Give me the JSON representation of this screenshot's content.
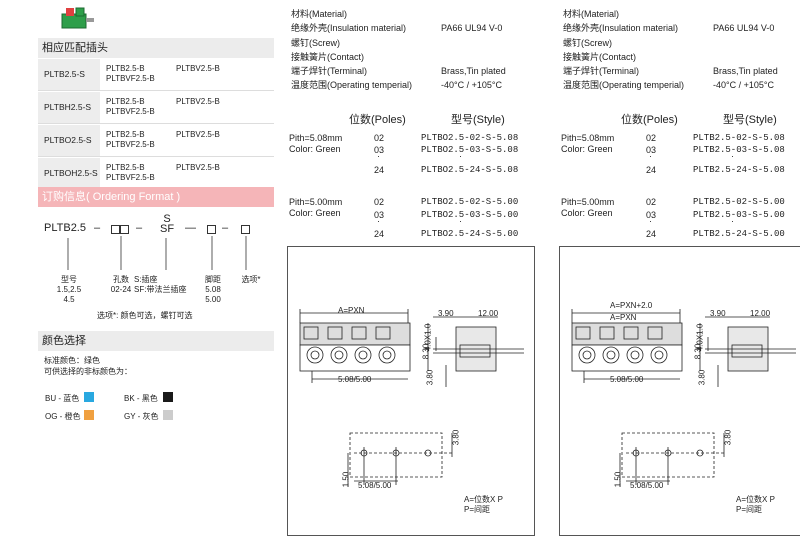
{
  "left": {
    "compat_title": "相应匹配插头",
    "compat": [
      {
        "name": "PLTB2.5-S",
        "col1": [
          "PLTB2.5-B",
          "PLTBVF2.5-B"
        ],
        "col2": "PLTBV2.5-B"
      },
      {
        "name": "PLTBH2.5-S",
        "col1": [
          "PLTB2.5-B",
          "PLTBVF2.5-B"
        ],
        "col2": "PLTBV2.5-B"
      },
      {
        "name": "PLTBO2.5-S",
        "col1": [
          "PLTB2.5-B",
          "PLTBVF2.5-B"
        ],
        "col2": "PLTBV2.5-B"
      },
      {
        "name": "PLTBOH2.5-S",
        "col1": [
          "PLTB2.5-B",
          "PLTBVF2.5-B"
        ],
        "col2": "PLTBV2.5-B"
      }
    ],
    "ordering_title": "订购信息( Ordering  Format )",
    "code_prefix": "PLTB2.5",
    "code_s": "S",
    "code_sf": "SF",
    "labels": [
      {
        "title": "型号",
        "v1": "1.5,2.5",
        "v2": "4.5"
      },
      {
        "title": "孔数",
        "v1": "02-24",
        "v2": ""
      },
      {
        "title": "S:插座",
        "v1": "SF:带法兰插座",
        "v2": ""
      },
      {
        "title": "脚距",
        "v1": "5.08",
        "v2": "5.00"
      },
      {
        "title": "选项*",
        "v1": "",
        "v2": ""
      }
    ],
    "option_note": "选项*:  颜色可选，螺钉可选",
    "color_title": "颜色选择",
    "color_std": "标准颜色：绿色",
    "color_opt": "可供选择的非标颜色为：",
    "colors": [
      {
        "label": "BU - 蓝色",
        "hex": "#29a8e0"
      },
      {
        "label": "BK - 黑色",
        "hex": "#1a1a1a"
      },
      {
        "label": "OG - 橙色",
        "hex": "#f0a040"
      },
      {
        "label": "GY - 灰色",
        "hex": "#cccccc"
      }
    ]
  },
  "panels": [
    {
      "materials": [
        [
          "材料(Material)",
          ""
        ],
        [
          "绝缘外壳(Insulation material)",
          "PA66 UL94 V-0"
        ],
        [
          "螺钉(Screw)",
          ""
        ],
        [
          "接触簧片(Contact)",
          ""
        ],
        [
          "端子焊针(Terminal)",
          "Brass,Tin plated"
        ],
        [
          "温度范围(Operating temperial)",
          "-40°C / +105°C"
        ]
      ],
      "poles_header": "位数(Poles)",
      "style_header": "型号(Style)",
      "groups": [
        {
          "pitch": "Pith=5.08mm",
          "color": "Color: Green",
          "rows": [
            [
              "02",
              "PLTBO2.5-02-S-5.08"
            ],
            [
              "03",
              "PLTBO2.5-03-S-5.08"
            ],
            [
              "24",
              "PLTBO2.5-24-S-5.08"
            ]
          ]
        },
        {
          "pitch": "Pith=5.00mm",
          "color": "Color: Green",
          "rows": [
            [
              "02",
              "PLTBO2.5-02-S-5.00"
            ],
            [
              "03",
              "PLTBO2.5-03-S-5.00"
            ],
            [
              "24",
              "PLTBO2.5-24-S-5.00"
            ]
          ]
        }
      ],
      "drawing": {
        "a_label": "A=PXN",
        "a2_label": "",
        "dims": [
          "3.90",
          "12.00",
          "4.0X1.0",
          "8.30",
          "5.08/5.00",
          "3.80",
          "3.80",
          "1.50",
          "5.08/5.00"
        ],
        "note1": "A=位数X P",
        "note2": "P=间距"
      }
    },
    {
      "materials": [
        [
          "材料(Material)",
          ""
        ],
        [
          "绝缘外壳(Insulation material)",
          "PA66 UL94 V-0"
        ],
        [
          "螺钉(Screw)",
          ""
        ],
        [
          "接触簧片(Contact)",
          ""
        ],
        [
          "端子焊针(Terminal)",
          "Brass,Tin plated"
        ],
        [
          "温度范围(Operating temperial)",
          "-40°C / +105°C"
        ]
      ],
      "poles_header": "位数(Poles)",
      "style_header": "型号(Style)",
      "groups": [
        {
          "pitch": "Pith=5.08mm",
          "color": "Color: Green",
          "rows": [
            [
              "02",
              "PLTB2.5-02-S-5.08"
            ],
            [
              "03",
              "PLTB2.5-03-S-5.08"
            ],
            [
              "24",
              "PLTB2.5-24-S-5.08"
            ]
          ]
        },
        {
          "pitch": "Pith=5.00mm",
          "color": "Color: Green",
          "rows": [
            [
              "02",
              "PLTB2.5-02-S-5.00"
            ],
            [
              "03",
              "PLTB2.5-03-S-5.00"
            ],
            [
              "24",
              "PLTB2.5-24-S-5.00"
            ]
          ]
        }
      ],
      "drawing": {
        "a_label": "A=PXN",
        "a2_label": "A=PXN+2.0",
        "dims": [
          "3.90",
          "12.00",
          "4.0X1.0",
          "8.30",
          "5.08/5.00",
          "3.80",
          "3.80",
          "1.50",
          "5.08/5.00"
        ],
        "note1": "A=位数X P",
        "note2": "P=间距"
      }
    }
  ]
}
